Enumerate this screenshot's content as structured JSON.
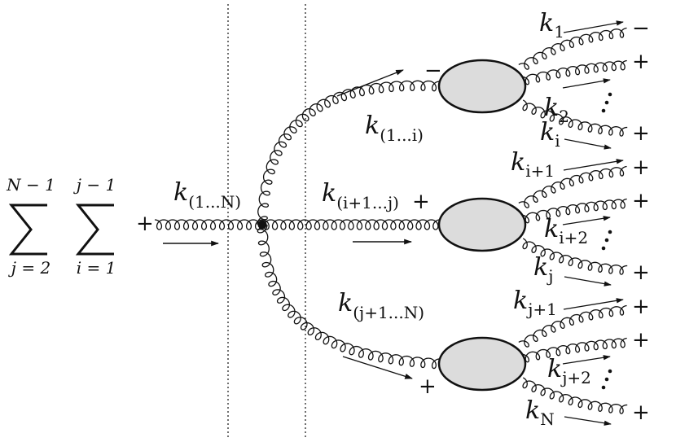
{
  "summation": {
    "outer": {
      "top": "N − 1",
      "bottom": "j = 2"
    },
    "inner": {
      "top": "j − 1",
      "bottom": "i = 1"
    }
  },
  "incoming": {
    "helicity": "+",
    "momentum": {
      "base": "k",
      "sub": "(1...N)"
    }
  },
  "branches": [
    {
      "momentum": {
        "base": "k",
        "sub": "(1...i)"
      },
      "helicity": "−"
    },
    {
      "momentum": {
        "base": "k",
        "sub": "(i+1...j)"
      },
      "helicity": "+"
    },
    {
      "momentum": {
        "base": "k",
        "sub": "(j+1...N)"
      },
      "helicity": "+"
    }
  ],
  "outgoing_groups": [
    {
      "labels": [
        {
          "base": "k",
          "sub": "1"
        },
        {
          "base": "k",
          "sub": "2"
        },
        {
          "base": "k",
          "sub": "i"
        }
      ],
      "helicities": [
        "−",
        "+",
        "+"
      ]
    },
    {
      "labels": [
        {
          "base": "k",
          "sub": "i+1"
        },
        {
          "base": "k",
          "sub": "i+2"
        },
        {
          "base": "k",
          "sub": "j"
        }
      ],
      "helicities": [
        "+",
        "+",
        "+"
      ]
    },
    {
      "labels": [
        {
          "base": "k",
          "sub": "j+1"
        },
        {
          "base": "k",
          "sub": "j+2"
        },
        {
          "base": "k",
          "sub": "N"
        }
      ],
      "helicities": [
        "+",
        "+",
        "+"
      ]
    }
  ],
  "colors": {
    "blob_fill": "#dcdcdc",
    "line": "#111111"
  }
}
